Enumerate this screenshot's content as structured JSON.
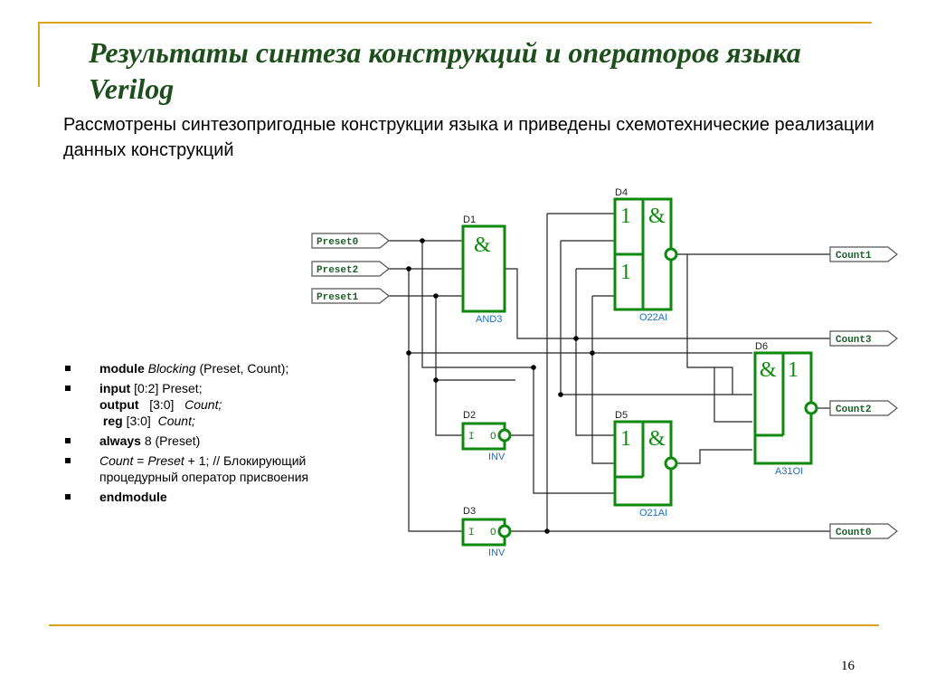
{
  "slide": {
    "title": "Результаты синтеза конструкций и операторов языка Verilog",
    "intro": "Рассмотрены синтезопригодные конструкции языка и приведены схемотехнические реализации данных конструкций",
    "page_number": "16"
  },
  "code": {
    "l1_kw": "module",
    "l1_name": "Blocking",
    "l1_rest": " (Preset,  Count);",
    "l2_kw": "input",
    "l2_rest": "  [0:2]  Preset;",
    "l3_kw": "output",
    "l3_range": "   [3:0]   ",
    "l3_name": "Count;",
    "l4_kw": "reg",
    "l4_range": " [3:0]  ",
    "l4_name": "Count;",
    "l5_kw": "always",
    "l5_rest": " 8  (Preset)",
    "l6_a": "Count",
    "l6_b": " = ",
    "l6_c": "Preset",
    "l6_d": " + ",
    "l6_e": "1; // Блокирующий процедурный оператор присвоения",
    "l7_kw": "endmodule"
  },
  "schematic": {
    "inputs": [
      "Preset0",
      "Preset2",
      "Preset1"
    ],
    "outputs": [
      "Count1",
      "Count3",
      "Count2",
      "Count0"
    ],
    "gates": [
      {
        "ref": "D1",
        "type": "AND3",
        "symbols": [
          "&"
        ]
      },
      {
        "ref": "D4",
        "type": "O22AI",
        "symbols": [
          "1",
          "&",
          "1"
        ]
      },
      {
        "ref": "D6",
        "type": "A31OI",
        "symbols": [
          "&",
          "1"
        ]
      },
      {
        "ref": "D2",
        "type": "INV",
        "symbols": [
          "I",
          "O"
        ]
      },
      {
        "ref": "D5",
        "type": "O21AI",
        "symbols": [
          "1",
          "&"
        ]
      },
      {
        "ref": "D3",
        "type": "INV",
        "symbols": [
          "I",
          "O"
        ]
      }
    ]
  }
}
